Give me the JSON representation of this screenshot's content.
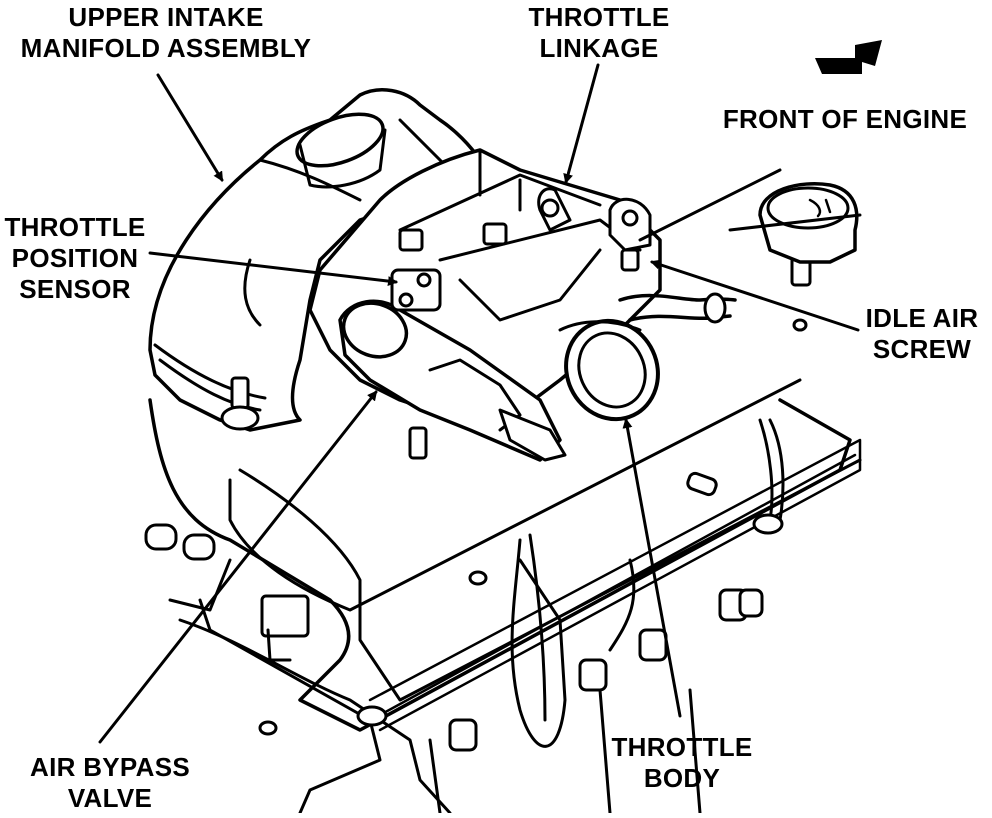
{
  "labels": {
    "upper_intake": {
      "line1": "UPPER INTAKE",
      "line2": "MANIFOLD ASSEMBLY"
    },
    "throttle_linkage": {
      "line1": "THROTTLE",
      "line2": "LINKAGE"
    },
    "front_of_engine": "FRONT OF ENGINE",
    "throttle_position_sensor": {
      "line1": "THROTTLE",
      "line2": "POSITION",
      "line3": "SENSOR"
    },
    "idle_air_screw": {
      "line1": "IDLE AIR",
      "line2": "SCREW"
    },
    "air_bypass_valve": {
      "line1": "AIR BYPASS",
      "line2": "VALVE"
    },
    "throttle_body": {
      "line1": "THROTTLE",
      "line2": "BODY"
    }
  },
  "colors": {
    "ink": "#000000",
    "paper": "#ffffff"
  }
}
